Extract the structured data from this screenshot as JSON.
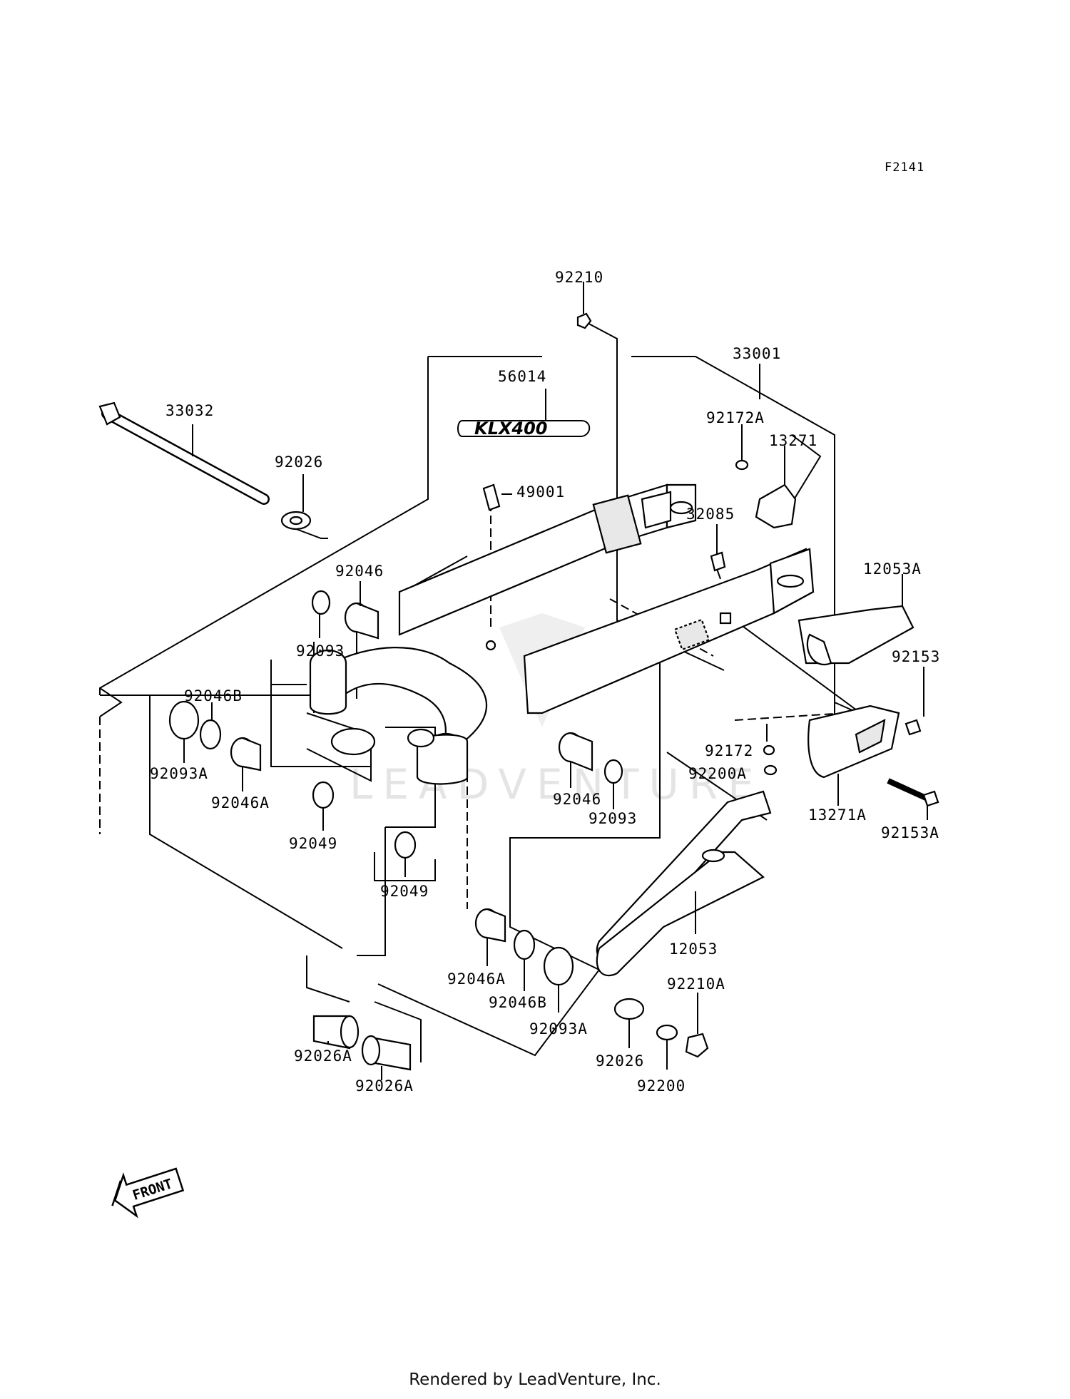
{
  "figure_code": "F2141",
  "logo_text": "KLX400",
  "watermark": "LEADVENTURE",
  "front_marker": "FRONT",
  "footer": "Rendered by LeadVenture, Inc.",
  "parts": {
    "p92210": "92210",
    "p33001": "33001",
    "p56014": "56014",
    "p33032": "33032",
    "p92172A": "92172A",
    "p13271": "13271",
    "p92026_top": "92026",
    "p49001": "49001",
    "p32085": "32085",
    "p92046_top": "92046",
    "p12053A": "12053A",
    "p92093_top": "92093",
    "p92153": "92153",
    "p92046B_left": "92046B",
    "p92172": "92172",
    "p92200A": "92200A",
    "p92093A_left": "92093A",
    "p92046A_left": "92046A",
    "p92046_mid": "92046",
    "p13271A": "13271A",
    "p92093_mid": "92093",
    "p92153A": "92153A",
    "p92049_left": "92049",
    "p92049_mid": "92049",
    "p12053": "12053",
    "p92046A_bot": "92046A",
    "p92210A": "92210A",
    "p92046B_bot": "92046B",
    "p92093A_bot": "92093A",
    "p92026A_left": "92026A",
    "p92026_bot": "92026",
    "p92200": "92200",
    "p92026A_right": "92026A"
  }
}
